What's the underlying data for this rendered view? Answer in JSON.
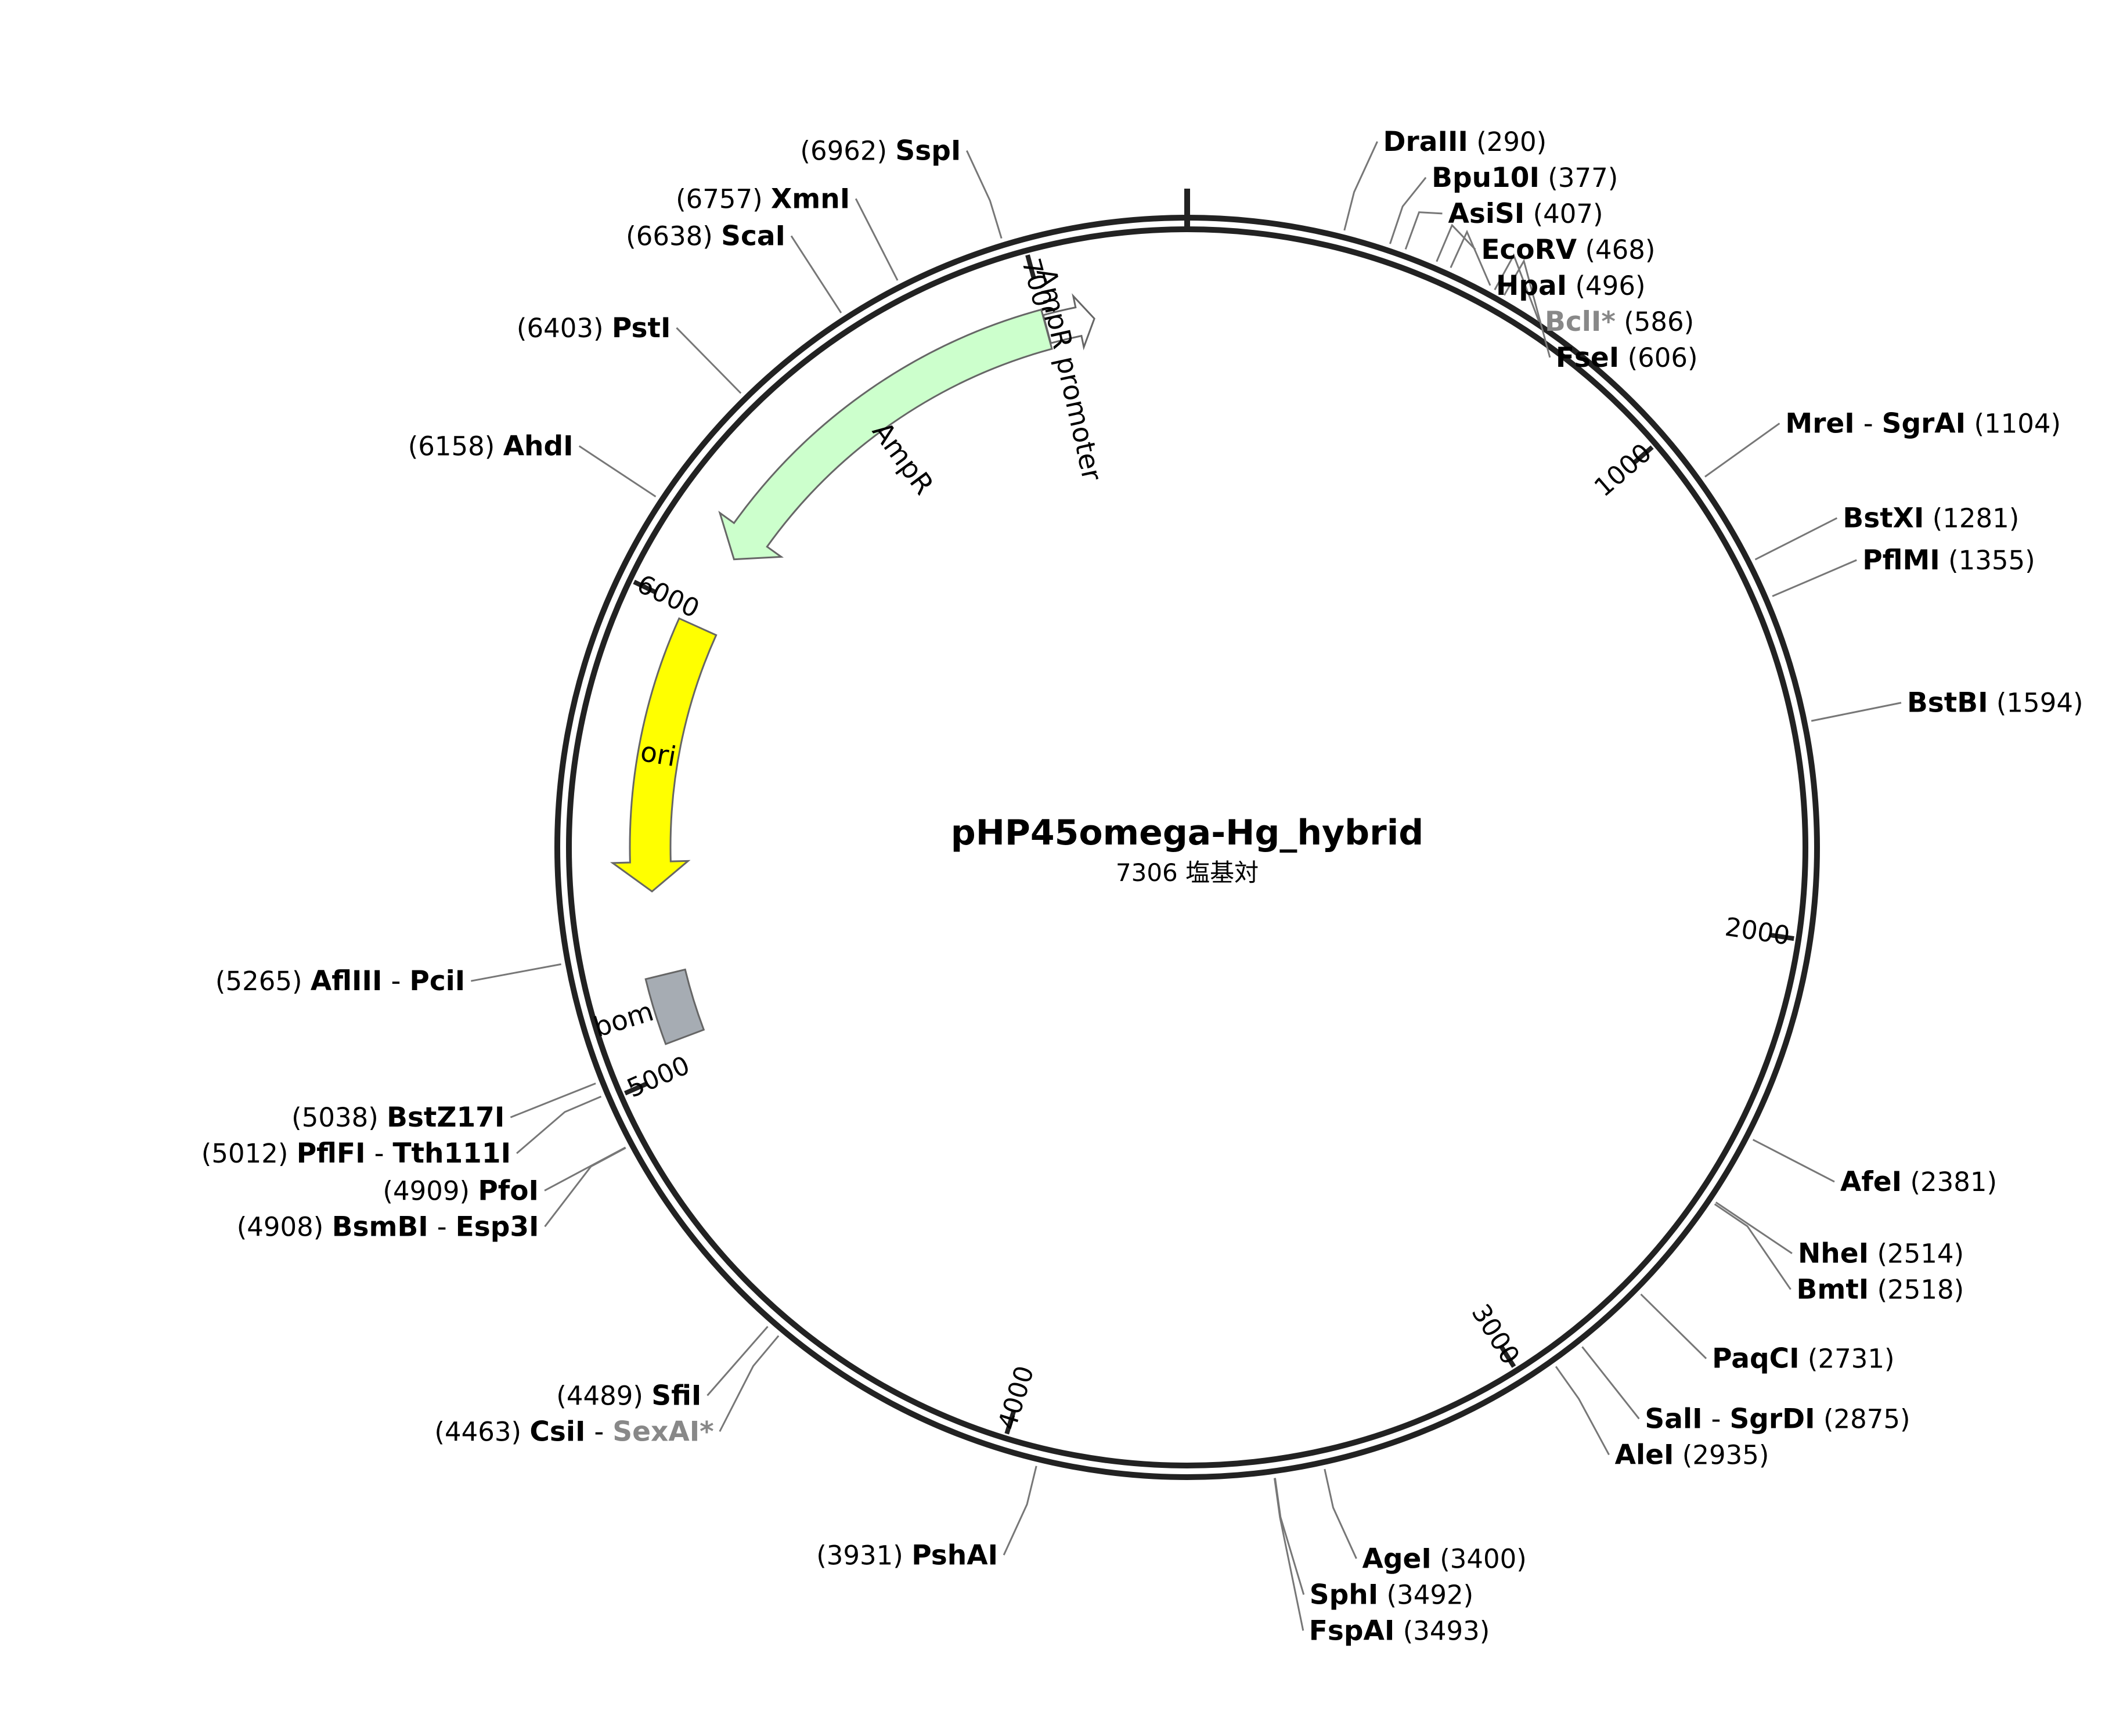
{
  "plasmid": {
    "name": "pHP45omega-Hg_hybrid",
    "length_label": "7306 塩基対",
    "length": 7306
  },
  "ticks": [
    {
      "bp": 1000,
      "label": "1000"
    },
    {
      "bp": 2000,
      "label": "2000"
    },
    {
      "bp": 3000,
      "label": "3000"
    },
    {
      "bp": 4000,
      "label": "4000"
    },
    {
      "bp": 5000,
      "label": "5000"
    },
    {
      "bp": 6000,
      "label": "6000"
    },
    {
      "bp": 7000,
      "label": "7000"
    }
  ],
  "features": [
    {
      "name": "AmpR promoter",
      "label": "AmpR promoter",
      "start": 6999,
      "end": 7104,
      "strand": 1,
      "color": "#ffffff"
    },
    {
      "name": "AmpR",
      "label": "AmpR",
      "start": 6138,
      "end": 6998,
      "strand": -1,
      "color": "#ccffcc"
    },
    {
      "name": "ori",
      "label": "ori",
      "start": 5384,
      "end": 5972,
      "strand": -1,
      "color": "#ffff00"
    },
    {
      "name": "bom",
      "label": "bom",
      "start": 5060,
      "end": 5202,
      "strand": 0,
      "color": "#a6acb3"
    }
  ],
  "sites": [
    {
      "names": [
        "DraIII"
      ],
      "position": "(290)",
      "bp": 290
    },
    {
      "names": [
        "Bpu10I"
      ],
      "position": "(377)",
      "bp": 377
    },
    {
      "names": [
        "AsiSI"
      ],
      "position": "(407)",
      "bp": 407
    },
    {
      "names": [
        "EcoRV"
      ],
      "position": "(468)",
      "bp": 468
    },
    {
      "names": [
        "HpaI"
      ],
      "position": "(496)",
      "bp": 496
    },
    {
      "names": [
        "BclI*"
      ],
      "position": "(586)",
      "bp": 586,
      "noncutter": true
    },
    {
      "names": [
        "FseI"
      ],
      "position": "(606)",
      "bp": 606
    },
    {
      "names": [
        "MreI",
        "SgrAI"
      ],
      "position": "(1104)",
      "bp": 1104
    },
    {
      "names": [
        "BstXI"
      ],
      "position": "(1281)",
      "bp": 1281
    },
    {
      "names": [
        "PflMI"
      ],
      "position": "(1355)",
      "bp": 1355
    },
    {
      "names": [
        "BstBI"
      ],
      "position": "(1594)",
      "bp": 1594
    },
    {
      "names": [
        "AfeI"
      ],
      "position": "(2381)",
      "bp": 2381
    },
    {
      "names": [
        "NheI"
      ],
      "position": "(2514)",
      "bp": 2514
    },
    {
      "names": [
        "BmtI"
      ],
      "position": "(2518)",
      "bp": 2518
    },
    {
      "names": [
        "PaqCI"
      ],
      "position": "(2731)",
      "bp": 2731
    },
    {
      "names": [
        "SalI",
        "SgrDI"
      ],
      "position": "(2875)",
      "bp": 2875
    },
    {
      "names": [
        "AleI"
      ],
      "position": "(2935)",
      "bp": 2935
    },
    {
      "names": [
        "AgeI"
      ],
      "position": "(3400)",
      "bp": 3400
    },
    {
      "names": [
        "SphI"
      ],
      "position": "(3492)",
      "bp": 3492
    },
    {
      "names": [
        "FspAI"
      ],
      "position": "(3493)",
      "bp": 3493
    },
    {
      "names": [
        "PshAI"
      ],
      "position": "(3931)",
      "bp": 3931
    },
    {
      "names": [
        "CsiI",
        "SexAI*"
      ],
      "position": "(4463)",
      "bp": 4463,
      "noncutter_second": true
    },
    {
      "names": [
        "SfiI"
      ],
      "position": "(4489)",
      "bp": 4489
    },
    {
      "names": [
        "BsmBI",
        "Esp3I"
      ],
      "position": "(4908)",
      "bp": 4908
    },
    {
      "names": [
        "PfoI"
      ],
      "position": "(4909)",
      "bp": 4909
    },
    {
      "names": [
        "PflFI",
        "Tth111I"
      ],
      "position": "(5012)",
      "bp": 5012
    },
    {
      "names": [
        "BstZ17I"
      ],
      "position": "(5038)",
      "bp": 5038
    },
    {
      "names": [
        "AflIII",
        "PciI"
      ],
      "position": "(5265)",
      "bp": 5265
    },
    {
      "names": [
        "AhdI"
      ],
      "position": "(6158)",
      "bp": 6158
    },
    {
      "names": [
        "PstI"
      ],
      "position": "(6403)",
      "bp": 6403
    },
    {
      "names": [
        "ScaI"
      ],
      "position": "(6638)",
      "bp": 6638
    },
    {
      "names": [
        "XmnI"
      ],
      "position": "(6757)",
      "bp": 6757
    },
    {
      "names": [
        "SspI"
      ],
      "position": "(6962)",
      "bp": 6962
    }
  ],
  "colors": {
    "backbone": "#222222",
    "leader": "#777777",
    "noncutter_text": "#888888"
  }
}
